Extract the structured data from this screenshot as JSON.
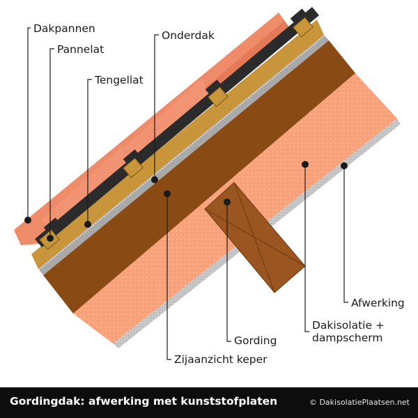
{
  "labels": {
    "dakpannen": "Dakpannen",
    "pannelat": "Pannelat",
    "tengellat": "Tengellat",
    "onderdak": "Onderdak",
    "afwerking": "Afwerking",
    "dakisolatie_line1": "Dakisolatie +",
    "dakisolatie_line2": "dampscherm",
    "gording": "Gording",
    "zijaanzicht_keper": "Zijaanzicht keper"
  },
  "footer": {
    "title": "Gordingdak: afwerking met kunststofplaten",
    "credit": "© DakisolatiePlaatsen.net"
  },
  "colors": {
    "tile": "#f08a66",
    "tile_shadow": "#d96a47",
    "batten": "#c9953b",
    "underlay": "#a8a8a8",
    "rafter": "#8a4a14",
    "insulation": "#f7a27a",
    "finish": "#c4c4c4",
    "purlin": "#9a5520",
    "profile": "#2b2b2b",
    "footer_bg": "#0d0d0d"
  }
}
